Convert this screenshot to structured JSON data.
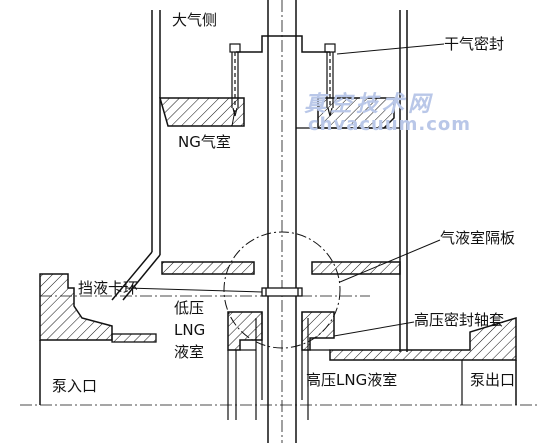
{
  "labels": {
    "atmosphere_side": "大气侧",
    "dry_gas_seal": "干气密封",
    "ng_chamber": "NG气室",
    "gas_liquid_partition": "气液室隔板",
    "retaining_ring": "挡液卡环",
    "low_pressure": "低压",
    "lng": "LNG",
    "liquid_chamber": "液室",
    "hp_seal_sleeve": "高压密封轴套",
    "pump_inlet": "泵入口",
    "hp_lng_chamber": "高压LNG液室",
    "pump_outlet": "泵出口"
  },
  "watermark": {
    "cn": "真空技术网",
    "en": "chvacuum.com"
  },
  "colors": {
    "line": "#111111",
    "watermark": "#b9c7e8",
    "background": "#ffffff"
  }
}
